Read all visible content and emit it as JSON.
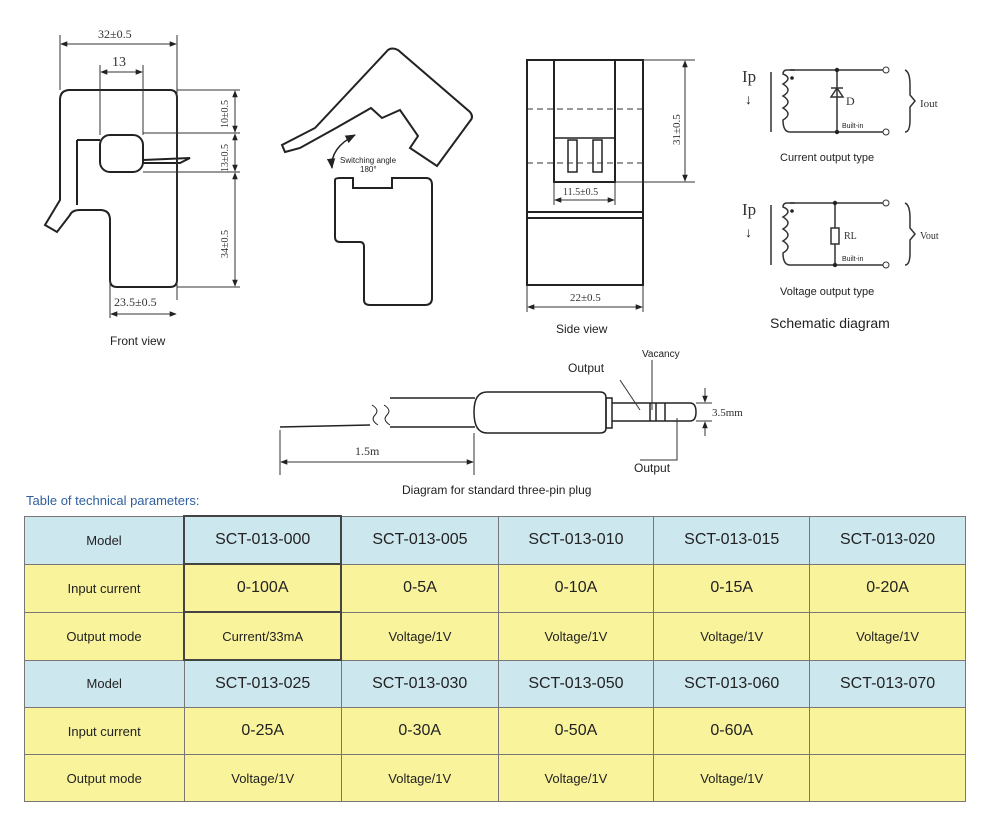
{
  "front_view": {
    "caption": "Front view",
    "dims": {
      "width": "32±0.5",
      "window": "13",
      "top": "10±0.5",
      "mid": "13±0.5",
      "bottom": "34±0.5",
      "base": "23.5±0.5"
    }
  },
  "open_view": {
    "angle_label": "Switching angle",
    "angle_value": "180°"
  },
  "side_view": {
    "caption": "Side view",
    "dims": {
      "height": "31±0.5",
      "inner": "11.5±0.5",
      "width": "22±0.5"
    }
  },
  "schematic": {
    "title": "Schematic diagram",
    "current": {
      "ip": "Ip",
      "component": "D",
      "builtin": "Built-in",
      "out": "Iout",
      "caption": "Current output type"
    },
    "voltage": {
      "ip": "Ip",
      "component": "RL",
      "builtin": "Built-in",
      "out": "Vout",
      "caption": "Voltage output type"
    }
  },
  "plug": {
    "caption": "Diagram for standard three-pin plug",
    "output_top": "Output",
    "vacancy": "Vacancy",
    "output_bottom": "Output",
    "length": "1.5m",
    "diameter": "3.5mm"
  },
  "table": {
    "title": "Table of technical parameters:",
    "row_headers": {
      "model": "Model",
      "input": "Input current",
      "output": "Output mode"
    },
    "groups": [
      {
        "models": [
          "SCT-013-000",
          "SCT-013-005",
          "SCT-013-010",
          "SCT-013-015",
          "SCT-013-020"
        ],
        "inputs": [
          "0-100A",
          "0-5A",
          "0-10A",
          "0-15A",
          "0-20A"
        ],
        "outputs": [
          "Current/33mA",
          "Voltage/1V",
          "Voltage/1V",
          "Voltage/1V",
          "Voltage/1V"
        ]
      },
      {
        "models": [
          "SCT-013-025",
          "SCT-013-030",
          "SCT-013-050",
          "SCT-013-060",
          "SCT-013-070"
        ],
        "inputs": [
          "0-25A",
          "0-30A",
          "0-50A",
          "0-60A",
          ""
        ],
        "outputs": [
          "Voltage/1V",
          "Voltage/1V",
          "Voltage/1V",
          "Voltage/1V",
          ""
        ]
      }
    ]
  }
}
